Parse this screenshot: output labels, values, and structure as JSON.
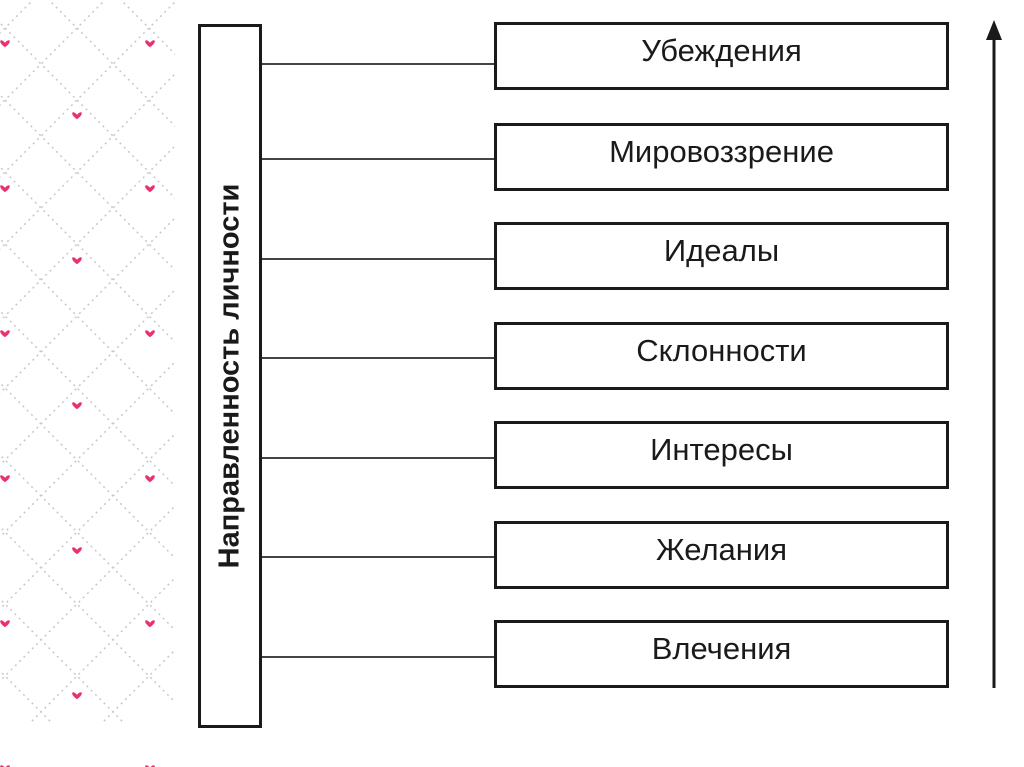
{
  "diagram": {
    "main_label": "Направленность личности",
    "items": [
      {
        "label": "Убеждения"
      },
      {
        "label": "Мировоззрение"
      },
      {
        "label": "Идеалы"
      },
      {
        "label": "Склонности"
      },
      {
        "label": "Интересы"
      },
      {
        "label": "Желания"
      },
      {
        "label": "Влечения"
      }
    ]
  },
  "colors": {
    "line": "#1a1a1a",
    "pattern_line": "#c8c8c8",
    "heart": "#e8336a"
  }
}
